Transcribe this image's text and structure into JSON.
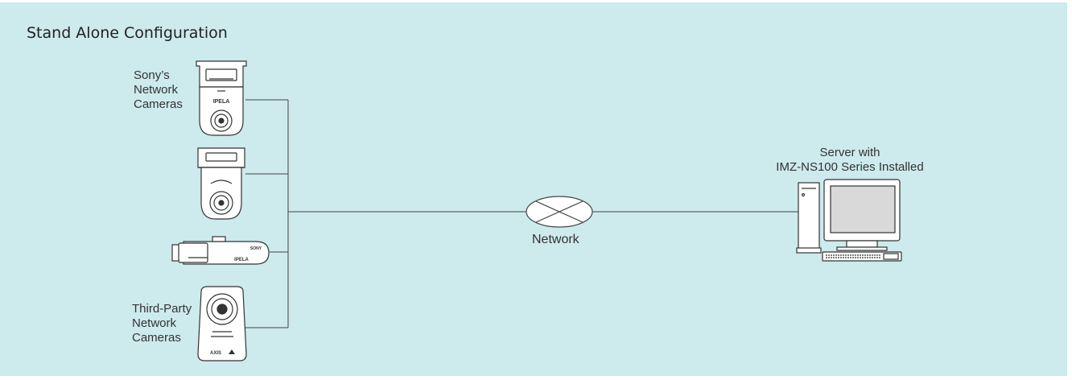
{
  "diagram": {
    "title": "Stand Alone Configuration",
    "sony_label": [
      "Sony’s",
      "Network",
      "Cameras"
    ],
    "third_party_label": [
      "Third-Party",
      "Network",
      "Cameras"
    ],
    "network_label": "Network",
    "server_label": [
      "Server with",
      "IMZ-NS100 Series Installed"
    ],
    "camera_text": {
      "brand": "IPELA",
      "brand_small": "SONY",
      "axis": "AXIS"
    },
    "colors": {
      "background": "#cdeaec",
      "line": "#444444",
      "device_fill": "#ffffff",
      "device_stroke": "#333333",
      "screen_fill": "#d9d9d9"
    }
  }
}
